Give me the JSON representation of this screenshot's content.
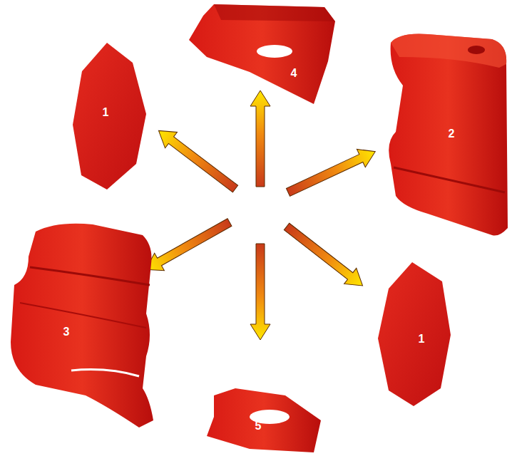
{
  "diagram": {
    "labels": [
      "4",
      "1",
      "2",
      "3",
      "1",
      "5"
    ]
  }
}
